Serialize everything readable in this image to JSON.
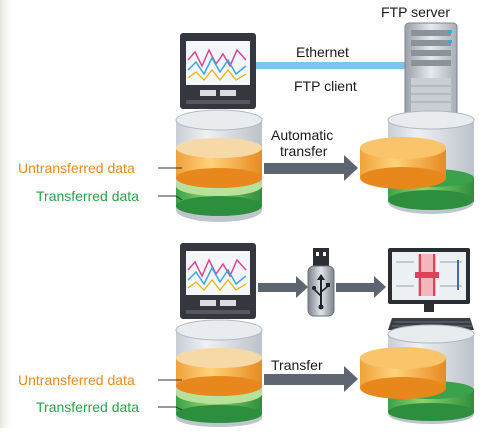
{
  "diagram": {
    "ftp_section": {
      "server_label": "FTP server",
      "link_label": "Ethernet",
      "client_label": "FTP client",
      "arrow_label_line1": "Automatic",
      "arrow_label_line2": "transfer"
    },
    "usb_section": {
      "arrow_label": "Transfer"
    },
    "legend": {
      "untransferred": "Untransferred data",
      "transferred": "Transferred data"
    },
    "colors": {
      "untransferred": "#f39a1e",
      "transferred": "#2aa24a",
      "ethernet": "#7ec3ea",
      "arrow": "#5d6670",
      "cylinder": "#dde1e6"
    },
    "icons": [
      "recorder-icon",
      "server-icon",
      "usb-drive-icon",
      "usb-symbol-icon",
      "pc-monitor-icon",
      "keyboard-icon"
    ]
  }
}
